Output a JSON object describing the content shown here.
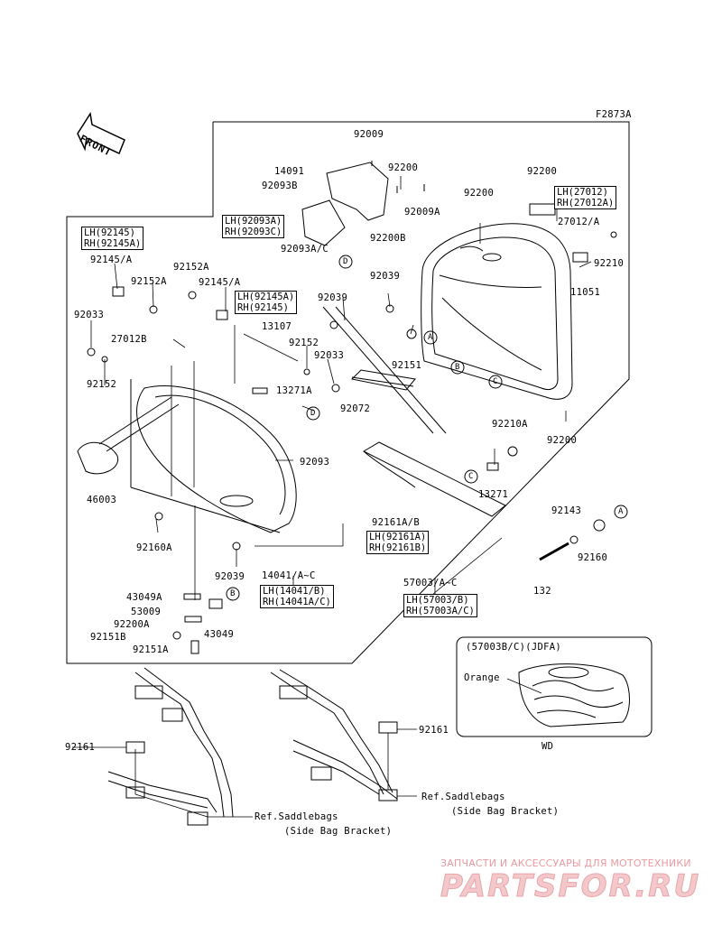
{
  "figure_code": "F2873A",
  "front_label": "FRONT",
  "parts": {
    "p92009": "92009",
    "p14091": "14091",
    "p92093B": "92093B",
    "p92200_a": "92200",
    "p92009A": "92009A",
    "p92200B": "92200B",
    "p92093AC": "92093A/C",
    "p92200_b": "92200",
    "p92200_c": "92200",
    "p27012A": "27012/A",
    "p92210": "92210",
    "p11051": "11051",
    "p92039_a": "92039",
    "p92039_b": "92039",
    "p92145A_top": "92145/A",
    "p92152A": "92152A",
    "p92145A_mid": "92145/A",
    "p92033_a": "92033",
    "p13107": "13107",
    "p27012B": "27012B",
    "p92152_a": "92152",
    "p92033_b": "92033",
    "p92152_b": "92152",
    "p13271A": "13271A",
    "p92151": "92151",
    "p92072": "92072",
    "p92210A": "92210A",
    "p92200_d": "92200",
    "p13271": "13271",
    "p46003": "46003",
    "p92093": "92093",
    "p92160A": "92160A",
    "p92161AB": "92161A/B",
    "p92143": "92143",
    "p92160": "92160",
    "p92039_c": "92039",
    "p14041AC": "14041/A~C",
    "p57003AC": "57003/A~C",
    "p132": "132",
    "p43049A": "43049A",
    "p53009": "53009",
    "p92200A": "92200A",
    "p43049": "43049",
    "p92151B": "92151B",
    "p92151A": "92151A",
    "p92161_left": "92161",
    "p92161_right": "92161"
  },
  "boxes": {
    "b92093": {
      "lh": "LH(92093A)",
      "rh": "RH(92093C)"
    },
    "b27012": {
      "lh": "LH(27012)",
      "rh": "RH(27012A)"
    },
    "b92145left": {
      "lh": "LH(92145)",
      "rh": "RH(92145A)"
    },
    "b92145mid": {
      "lh": "LH(92145A)",
      "rh": "RH(92145)"
    },
    "b92161": {
      "lh": "LH(92161A)",
      "rh": "RH(92161B)"
    },
    "b14041": {
      "lh": "LH(14041/B)",
      "rh": "RH(14041A/C)"
    },
    "b57003": {
      "lh": "LH(57003/B)",
      "rh": "RH(57003A/C)"
    }
  },
  "callouts": {
    "A": "A",
    "B": "B",
    "C": "C",
    "D": "D"
  },
  "inset": {
    "title": "(57003B/C)(JDFA)",
    "color_label": "Orange",
    "model": "WD"
  },
  "refs": {
    "left": {
      "line1": "Ref.Saddlebags",
      "line2": "(Side Bag Bracket)"
    },
    "right": {
      "line1": "Ref.Saddlebags",
      "line2": "(Side Bag Bracket)"
    }
  },
  "watermark": {
    "line1": "ЗАПЧАСТИ И АКСЕССУАРЫ ДЛЯ МОТОТЕХНИКИ",
    "line2": "PARTSFOR.RU"
  }
}
